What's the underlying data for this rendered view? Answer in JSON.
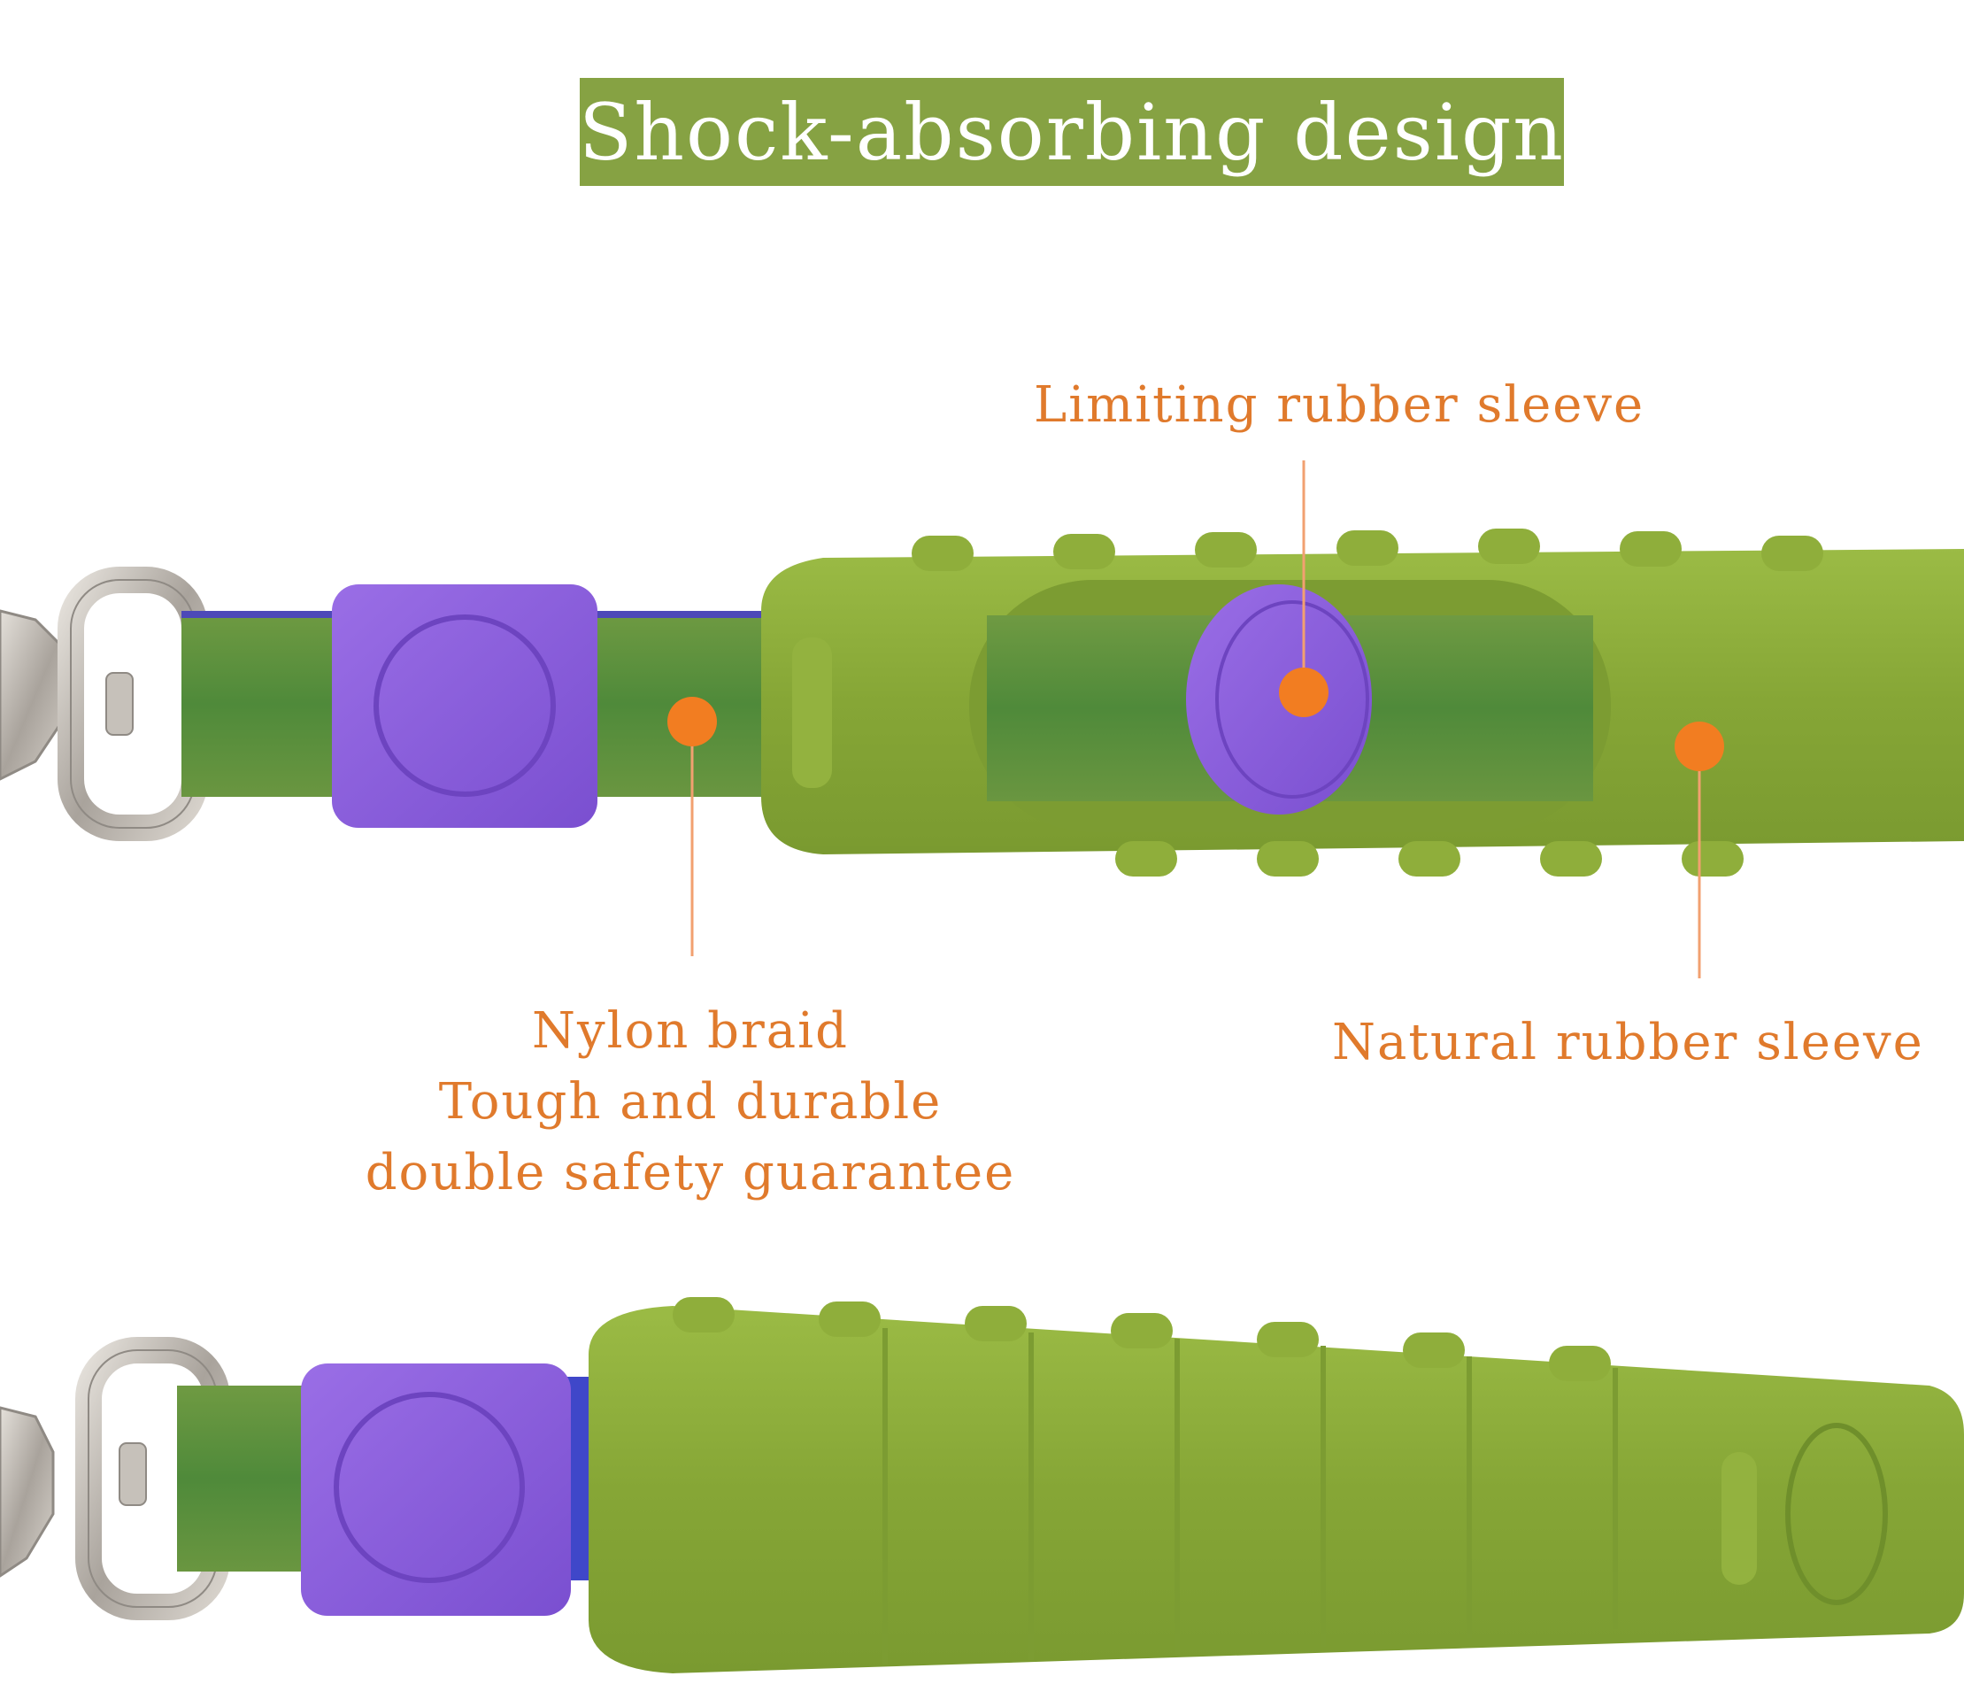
{
  "title": "Shock-absorbing design",
  "callouts": {
    "limiting": "Limiting rubber sleeve",
    "nylon": [
      "Nylon braid",
      "Tough and durable",
      "double safety guarantee"
    ],
    "natural": "Natural rubber sleeve"
  },
  "colors": {
    "banner": "#86a243",
    "label": "#e07a2c",
    "marker": "#f27d21",
    "rubber_green": "#8aaa3a",
    "strap_green": "#5f8f3b",
    "purple": "#8a5fdc",
    "metal": "#b5b0aa"
  }
}
